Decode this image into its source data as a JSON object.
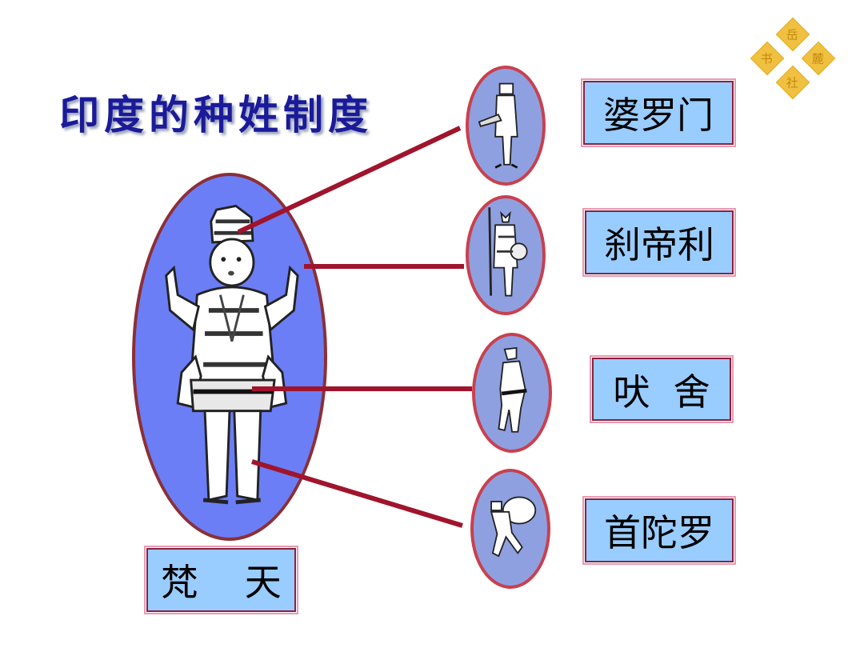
{
  "title": "印度的种姓制度",
  "logo": {
    "icon": "publisher-diamond-logo",
    "chars": [
      "岳",
      "麓",
      "社",
      "书"
    ],
    "color": "#f0c040"
  },
  "colors": {
    "title": "#1a1a9a",
    "connector": "#a0142c",
    "big_oval_fill": "#6b7ef5",
    "big_oval_border": "#8c2f36",
    "small_oval_fill": "#8fa0e0",
    "small_oval_border": "#c9404e",
    "label_fill": "#99ccff"
  },
  "deity": {
    "label": "梵    天",
    "figure": "four-armed-brahma-figure"
  },
  "castes": [
    {
      "label": "婆罗门",
      "figure": "priest-figure",
      "origin": "head"
    },
    {
      "label": "刹帝利",
      "figure": "warrior-figure",
      "origin": "arms"
    },
    {
      "label": "吠  舍",
      "figure": "merchant-figure",
      "origin": "thighs"
    },
    {
      "label": "首陀罗",
      "figure": "laborer-figure",
      "origin": "feet"
    }
  ]
}
